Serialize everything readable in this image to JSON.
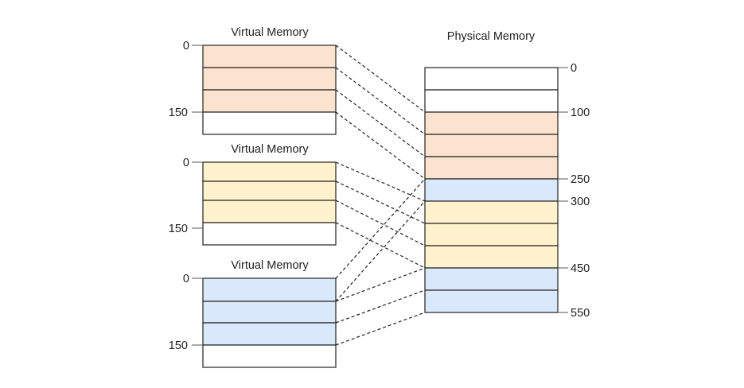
{
  "colors": {
    "peach": "#fce3cf",
    "yellow": "#fff2cc",
    "blue": "#dae8fc",
    "empty": "#ffffff"
  },
  "virtual_blocks": [
    {
      "title": "Virtual Memory",
      "fills": [
        "peach",
        "peach",
        "peach",
        "empty"
      ],
      "labels": [
        "0",
        "150"
      ]
    },
    {
      "title": "Virtual Memory",
      "fills": [
        "yellow",
        "yellow",
        "yellow",
        "empty"
      ],
      "labels": [
        "0",
        "150"
      ]
    },
    {
      "title": "Virtual Memory",
      "fills": [
        "blue",
        "blue",
        "blue",
        "empty"
      ],
      "labels": [
        "0",
        "150"
      ]
    }
  ],
  "physical": {
    "title": "Physical Memory",
    "fills": [
      "empty",
      "empty",
      "peach",
      "peach",
      "peach",
      "blue",
      "yellow",
      "yellow",
      "yellow",
      "blue",
      "blue"
    ],
    "labels": [
      "0",
      "100",
      "250",
      "300",
      "450",
      "550"
    ]
  },
  "mappings": [
    {
      "from_block": 0,
      "from_index": 0,
      "to_index": 2
    },
    {
      "from_block": 0,
      "from_index": 1,
      "to_index": 3
    },
    {
      "from_block": 0,
      "from_index": 2,
      "to_index": 4
    },
    {
      "from_block": 0,
      "from_index": 3,
      "to_index": 5
    },
    {
      "from_block": 1,
      "from_index": 0,
      "to_index": 6
    },
    {
      "from_block": 1,
      "from_index": 1,
      "to_index": 7
    },
    {
      "from_block": 1,
      "from_index": 2,
      "to_index": 8
    },
    {
      "from_block": 1,
      "from_index": 3,
      "to_index": 9
    },
    {
      "from_block": 2,
      "from_index": 0,
      "to_index": 5
    },
    {
      "from_block": 2,
      "from_index": 1,
      "to_index": 6
    },
    {
      "from_block": 2,
      "from_index": 1,
      "to_index": 9
    },
    {
      "from_block": 2,
      "from_index": 2,
      "to_index": 10
    },
    {
      "from_block": 2,
      "from_index": 3,
      "to_index": 11
    }
  ]
}
